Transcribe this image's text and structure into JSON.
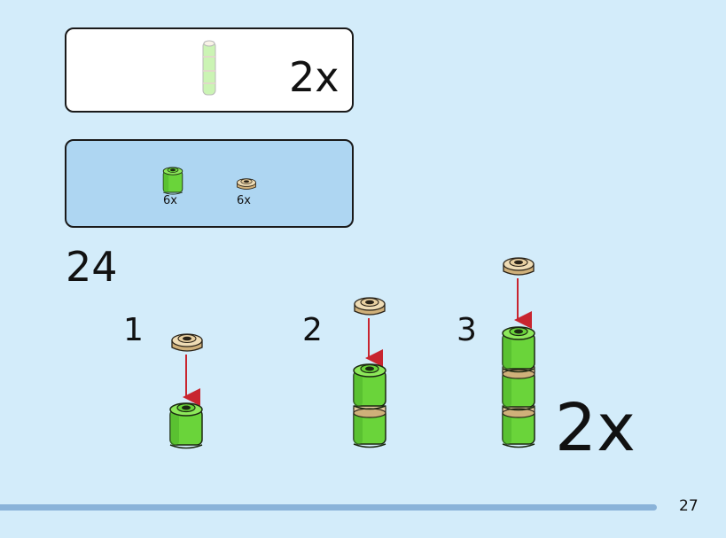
{
  "result_panel": {
    "quantity": "2x"
  },
  "parts_panel": {
    "parts": [
      {
        "name": "green-round-brick",
        "count": "6x",
        "color": "#6ad43a"
      },
      {
        "name": "tan-round-plate",
        "count": "6x",
        "color": "#e8cfa0"
      }
    ]
  },
  "step": {
    "number": "24",
    "substeps": [
      "1",
      "2",
      "3"
    ],
    "final_quantity": "2x"
  },
  "page": {
    "number": "27"
  },
  "colors": {
    "background": "#d3ecfa",
    "parts_panel": "#aed6f2",
    "green": "#6ad43a",
    "tan": "#e8cfa0",
    "arrow": "#c8252f",
    "page_bar": "#8ab3d9"
  }
}
